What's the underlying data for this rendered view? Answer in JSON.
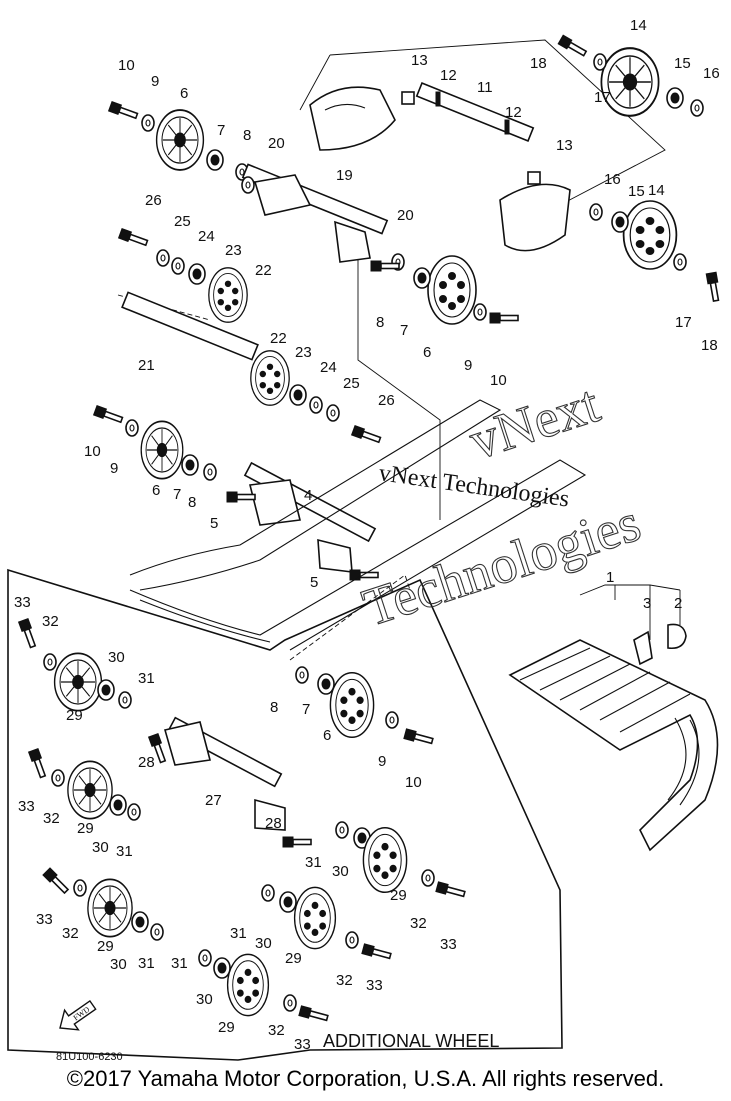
{
  "callouts": [
    "1",
    "2",
    "3",
    "4",
    "5",
    "6",
    "7",
    "8",
    "9",
    "10",
    "11",
    "12",
    "13",
    "14",
    "15",
    "16",
    "17",
    "18",
    "19",
    "20",
    "21",
    "22",
    "23",
    "24",
    "25",
    "26",
    "27",
    "28",
    "29",
    "30",
    "31",
    "32",
    "33"
  ],
  "boxed_group_label": "ADDITIONAL WHEEL",
  "diagram_code": "81U100-6230",
  "fwd_label": "FWD",
  "watermark": {
    "line1": "vNext Technologies",
    "outline_word1": "vNext",
    "outline_word2": "Technologies"
  },
  "copyright": "©2017 Yamaha Motor Corporation, U.S.A. All rights reserved."
}
